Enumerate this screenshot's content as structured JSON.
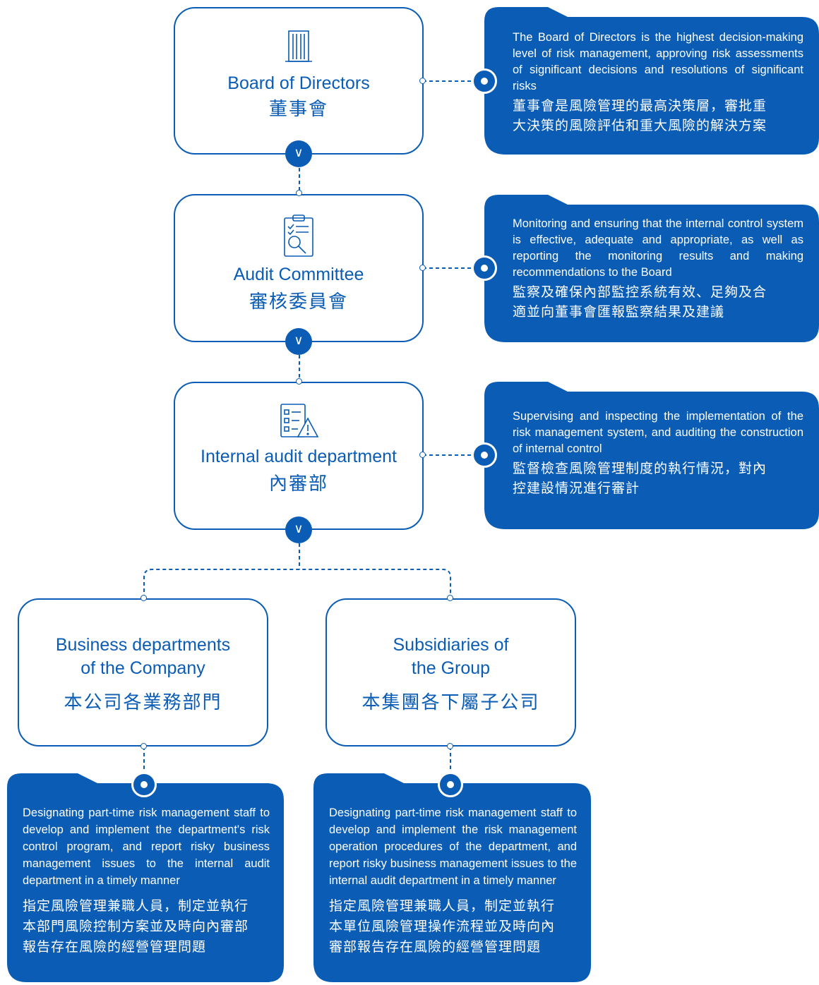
{
  "colors": {
    "primary": "#0a5cb5",
    "background": "#ffffff"
  },
  "nodes": {
    "board": {
      "en": "Board of Directors",
      "zh": "董事會",
      "icon": "building-icon"
    },
    "audit_committee": {
      "en": "Audit Committee",
      "zh": "審核委員會",
      "icon": "clipboard-search-icon"
    },
    "internal_audit": {
      "en": "Internal audit department",
      "zh": "內審部",
      "icon": "checklist-warning-icon"
    },
    "business": {
      "en": "Business departments\nof the Company",
      "zh": "本公司各業務部門"
    },
    "subsidiaries": {
      "en": "Subsidiaries of\nthe Group",
      "zh": "本集團各下屬子公司"
    }
  },
  "descriptions": {
    "board": {
      "en": "The Board of Directors is the highest decision-making level of risk management, approving risk assessments of significant decisions and resolutions of significant risks",
      "zh": "董事會是風險管理的最高決策層，審批重\n大決策的風險評估和重大風險的解決方案"
    },
    "audit_committee": {
      "en": "Monitoring and ensuring that the internal control system is effective, adequate and appropriate, as well as reporting the monitoring results and making recommendations to the Board",
      "zh": "監察及確保內部監控系統有效、足夠及合\n適並向董事會匯報監察結果及建議"
    },
    "internal_audit": {
      "en": "Supervising and inspecting the implementation of the risk management system, and auditing the construction of internal control",
      "zh": "監督檢查風險管理制度的執行情況，對內\n控建設情況進行審計"
    },
    "business": {
      "en": "Designating part-time risk management staff to develop and implement the department's risk control program, and report risky business management issues to the internal audit department in a timely manner",
      "zh": "指定風險管理兼職人員，制定並執行\n本部門風險控制方案並及時向內審部\n報告存在風險的經營管理問題"
    },
    "subsidiaries": {
      "en": "Designating part-time risk management staff to develop and implement the risk management operation procedures of the department, and report risky business management issues to the internal audit department in a timely manner",
      "zh": "指定風險管理兼職人員，制定並執行\n本單位風險管理操作流程並及時向內\n審部報告存在風險的經營管理問題"
    }
  }
}
